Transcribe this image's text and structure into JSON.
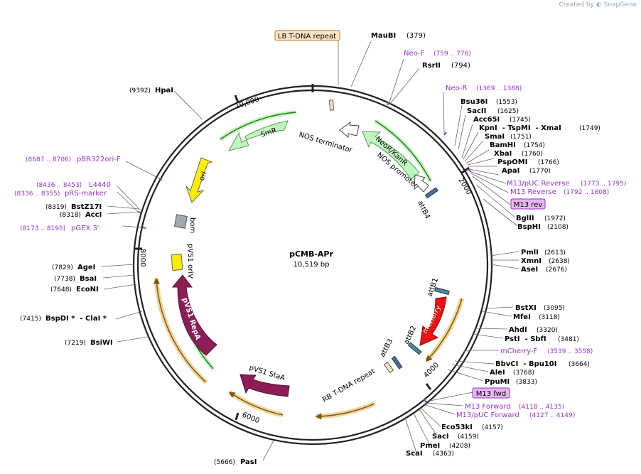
{
  "credit": {
    "prefix": "Created by",
    "brand": "SnapGene"
  },
  "plasmid": {
    "name": "pCMB-APr",
    "size_label": "10,519 bp"
  },
  "colors": {
    "primer": "#9933cc",
    "backbone": "#222222",
    "smr": "#bff5bf",
    "neo": "#bff5bf",
    "ori": "#ffee00",
    "repa": "#8b1f55",
    "mcherry": "#ee1111",
    "orf": "#e8a93c",
    "boxfill_tdna": "#fde4c4",
    "boxfill_m13": "#e8b8f0"
  },
  "ticks": [
    {
      "label": "2000"
    },
    {
      "label": "4000"
    },
    {
      "label": "6000"
    },
    {
      "label": "8000"
    },
    {
      "label": "10,000"
    }
  ],
  "sites": [
    {
      "name": "MauBI",
      "pos": "(379)",
      "kind": "enzyme"
    },
    {
      "name": "Neo-F",
      "pos": "(759 .. 778)",
      "kind": "primer"
    },
    {
      "name": "RsrII",
      "pos": "(794)",
      "kind": "enzyme"
    },
    {
      "name": "Neo-R",
      "pos": "(1369 .. 1388)",
      "kind": "primer"
    },
    {
      "name": "Bsu36I",
      "pos": "(1553)",
      "kind": "enzyme"
    },
    {
      "name": "SacII",
      "pos": "(1625)",
      "kind": "enzyme"
    },
    {
      "name": "Acc65I",
      "pos": "(1745)",
      "kind": "enzyme"
    },
    {
      "name": "KpnI  - TspMI  - XmaI",
      "pos": "(1749)",
      "kind": "enzyme"
    },
    {
      "name": "SmaI",
      "pos": "(1751)",
      "kind": "enzyme"
    },
    {
      "name": "BamHI",
      "pos": "(1754)",
      "kind": "enzyme"
    },
    {
      "name": "XbaI",
      "pos": "(1760)",
      "kind": "enzyme"
    },
    {
      "name": "PspOMI",
      "pos": "(1766)",
      "kind": "enzyme"
    },
    {
      "name": "ApaI",
      "pos": "(1770)",
      "kind": "enzyme"
    },
    {
      "name": "M13/pUC Reverse",
      "pos": "(1773 .. 1795)",
      "kind": "primer"
    },
    {
      "name": "M13 Reverse",
      "pos": "(1792 .. 1808)",
      "kind": "primer"
    },
    {
      "name": "M13 rev",
      "pos": "",
      "kind": "primer-box"
    },
    {
      "name": "BglII",
      "pos": "(1972)",
      "kind": "enzyme"
    },
    {
      "name": "BspHI",
      "pos": "(2108)",
      "kind": "enzyme"
    },
    {
      "name": "PmlI",
      "pos": "(2613)",
      "kind": "enzyme"
    },
    {
      "name": "XmnI",
      "pos": "(2638)",
      "kind": "enzyme"
    },
    {
      "name": "AseI",
      "pos": "(2676)",
      "kind": "enzyme"
    },
    {
      "name": "BstXI",
      "pos": "(3095)",
      "kind": "enzyme"
    },
    {
      "name": "MfeI",
      "pos": "(3118)",
      "kind": "enzyme"
    },
    {
      "name": "AhdI",
      "pos": "(3320)",
      "kind": "enzyme"
    },
    {
      "name": "PstI  - SbfI",
      "pos": "(3481)",
      "kind": "enzyme"
    },
    {
      "name": "mCherry-F",
      "pos": "(3539 .. 3558)",
      "kind": "primer"
    },
    {
      "name": "BbvCI  - Bpu10I",
      "pos": "(3664)",
      "kind": "enzyme"
    },
    {
      "name": "AleI",
      "pos": "(3768)",
      "kind": "enzyme"
    },
    {
      "name": "PpuMI",
      "pos": "(3833)",
      "kind": "enzyme"
    },
    {
      "name": "M13 fwd",
      "pos": "",
      "kind": "primer-box"
    },
    {
      "name": "M13 Forward",
      "pos": "(4118 .. 4135)",
      "kind": "primer"
    },
    {
      "name": "M13/pUC Forward",
      "pos": "(4127 .. 4149)",
      "kind": "primer"
    },
    {
      "name": "Eco53kI",
      "pos": "(4157)",
      "kind": "enzyme"
    },
    {
      "name": "SacI",
      "pos": "(4159)",
      "kind": "enzyme"
    },
    {
      "name": "PmeI",
      "pos": "(4208)",
      "kind": "enzyme"
    },
    {
      "name": "ScaI",
      "pos": "(4363)",
      "kind": "enzyme"
    },
    {
      "name": "PasI",
      "pos": "(5666)",
      "kind": "enzyme"
    },
    {
      "name": "BsiWI",
      "pos": "(7219)",
      "kind": "enzyme"
    },
    {
      "name": "BspDI *  - ClaI *",
      "pos": "(7415)",
      "kind": "enzyme"
    },
    {
      "name": "EcoNI",
      "pos": "(7648)",
      "kind": "enzyme"
    },
    {
      "name": "BsaI",
      "pos": "(7738)",
      "kind": "enzyme"
    },
    {
      "name": "AgeI",
      "pos": "(7829)",
      "kind": "enzyme"
    },
    {
      "name": "pGEX 3'",
      "pos": "(8173 .. 8195)",
      "kind": "primer"
    },
    {
      "name": "AccI",
      "pos": "(8318)",
      "kind": "enzyme"
    },
    {
      "name": "BstZ17I",
      "pos": "(8319)",
      "kind": "enzyme"
    },
    {
      "name": "pRS-marker",
      "pos": "(8336 .. 8355)",
      "kind": "primer"
    },
    {
      "name": "L4440",
      "pos": "(8436 .. 8453)",
      "kind": "primer"
    },
    {
      "name": "pBR322ori-F",
      "pos": "(8687 .. 8706)",
      "kind": "primer"
    },
    {
      "name": "HpaI",
      "pos": "(9392)",
      "kind": "enzyme"
    },
    {
      "name": "LB T-DNA repeat",
      "pos": "",
      "kind": "feature-box"
    }
  ],
  "features": [
    {
      "name": "SmR"
    },
    {
      "name": "ori"
    },
    {
      "name": "bom"
    },
    {
      "name": "pVS1 oriV"
    },
    {
      "name": "pVS1 RepA"
    },
    {
      "name": "pVS1 StaA"
    },
    {
      "name": "mCherry"
    },
    {
      "name": "NeoR/KanR"
    },
    {
      "name": "NOS promoter"
    },
    {
      "name": "NOS terminator"
    },
    {
      "name": "attB4"
    },
    {
      "name": "attB1"
    },
    {
      "name": "attB2"
    },
    {
      "name": "attB3"
    },
    {
      "name": "RB T-DNA repeat"
    }
  ]
}
